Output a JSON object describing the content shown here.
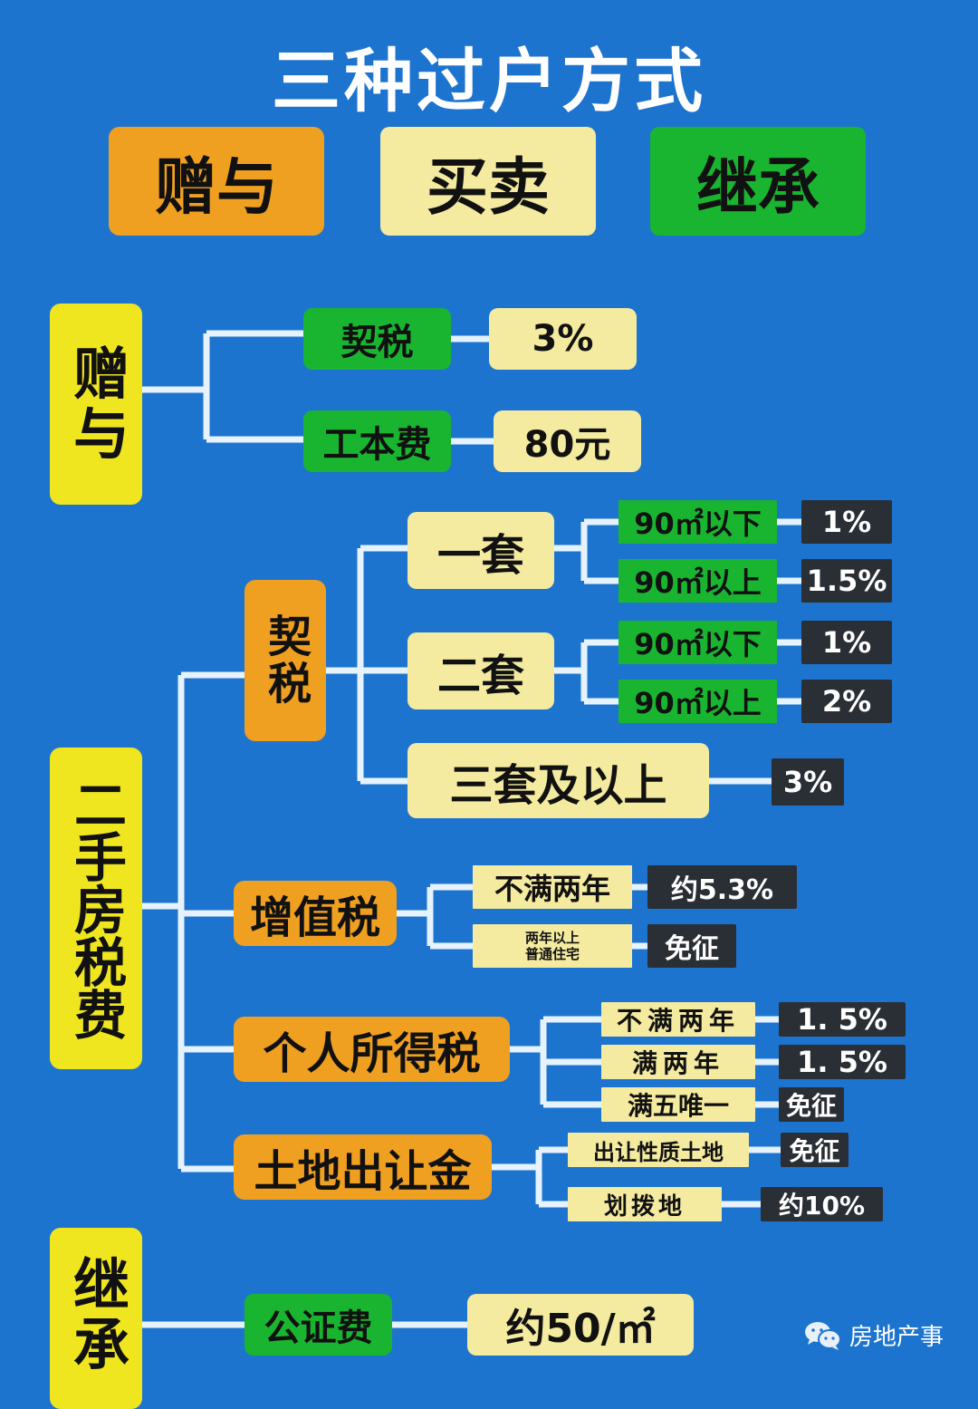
{
  "title": "三种过户方式",
  "methods": [
    "赠与",
    "买卖",
    "继承"
  ],
  "gift": {
    "label": "赠与",
    "items": [
      {
        "name": "契税",
        "value": "3%"
      },
      {
        "name": "工本费",
        "value": "80元"
      }
    ]
  },
  "second_hand": {
    "label": "二手房税费",
    "deed_tax": {
      "label": "契税",
      "first": {
        "label": "一套",
        "rows": [
          {
            "area": "90㎡以下",
            "rate": "1%"
          },
          {
            "area": "90㎡以上",
            "rate": "1.5%"
          }
        ]
      },
      "second": {
        "label": "二套",
        "rows": [
          {
            "area": "90㎡以下",
            "rate": "1%"
          },
          {
            "area": "90㎡以上",
            "rate": "2%"
          }
        ]
      },
      "third": {
        "label": "三套及以上",
        "rate": "3%"
      }
    },
    "vat": {
      "label": "增值税",
      "rows": [
        {
          "cond": "不满两年",
          "rate": "约5.3%"
        },
        {
          "cond1": "两年以上",
          "cond2": "普通住宅",
          "rate": "免征"
        }
      ]
    },
    "income_tax": {
      "label": "个人所得税",
      "rows": [
        {
          "cond": "不满两年",
          "rate": "1. 5%"
        },
        {
          "cond": "满两年",
          "rate": "1. 5%"
        },
        {
          "cond": "满五唯一",
          "rate": "免征"
        }
      ]
    },
    "land": {
      "label": "土地出让金",
      "rows": [
        {
          "cond": "出让性质土地",
          "rate": "免征"
        },
        {
          "cond": "划拨地",
          "rate": "约10%"
        }
      ]
    }
  },
  "inherit": {
    "label": "继承",
    "item": {
      "name": "公证费",
      "value": "约50/㎡"
    }
  },
  "watermark": "房地产事"
}
